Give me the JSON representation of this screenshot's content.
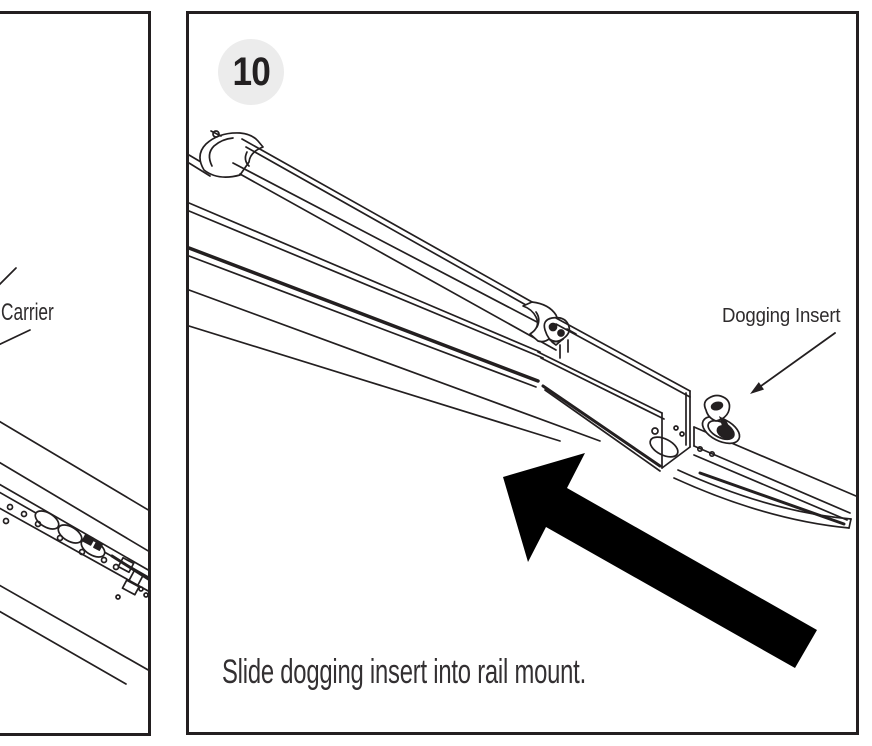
{
  "colors": {
    "line": "#231f20",
    "text": "#2f2c2d",
    "badge_background": "#ececec",
    "big_arrow": "#000000",
    "background": "#ffffff"
  },
  "left_panel": {
    "title_label": "Carrier"
  },
  "right_panel": {
    "step_number": "10",
    "callout_label": "Dogging Insert",
    "caption": "Slide dogging insert into rail mount.",
    "icons": {
      "slide_direction_arrow": "large-solid-arrow-pointing-upper-left",
      "callout_leader_arrow": "thin-arrow-pointing-lower-left"
    }
  }
}
